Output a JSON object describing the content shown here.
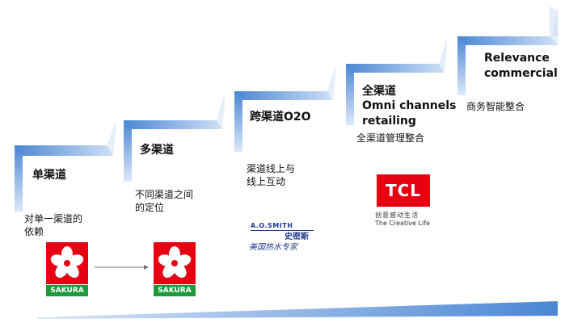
{
  "colors": {
    "step_dark": "#4a86d4",
    "step_light": "#d5e4f7",
    "sakura_red": "#e60012",
    "sakura_green": "#1f9a3a",
    "tcl_red": "#e60012",
    "aosmith_blue": "#1e3a8a"
  },
  "steps": [
    {
      "title": "单渠道",
      "desc": [
        "对单一渠道的",
        "依赖"
      ]
    },
    {
      "title": "多渠道",
      "desc": [
        "不同渠道之间",
        "的定位"
      ]
    },
    {
      "title": "跨渠道O2O",
      "desc": [
        "渠道线上与",
        "线上互动"
      ]
    },
    {
      "title": "全渠道",
      "subtitle": [
        "Omni channels",
        "retailing"
      ],
      "desc": [
        "全渠道管理整合"
      ]
    },
    {
      "title": "",
      "subtitle": [
        "Relevance",
        "commercial"
      ],
      "desc": [
        "商务智能整合"
      ]
    }
  ],
  "logos": {
    "sakura": {
      "text": "SAKURA",
      "icon": "sakura-flower-icon"
    },
    "aosmith": {
      "text": "A.O.SMITH",
      "cn": "史密斯",
      "slogan": "美国热水专家"
    },
    "tcl": {
      "text": "TCL",
      "cn": "创意感动生活",
      "slogan": "The Creative Life"
    }
  }
}
